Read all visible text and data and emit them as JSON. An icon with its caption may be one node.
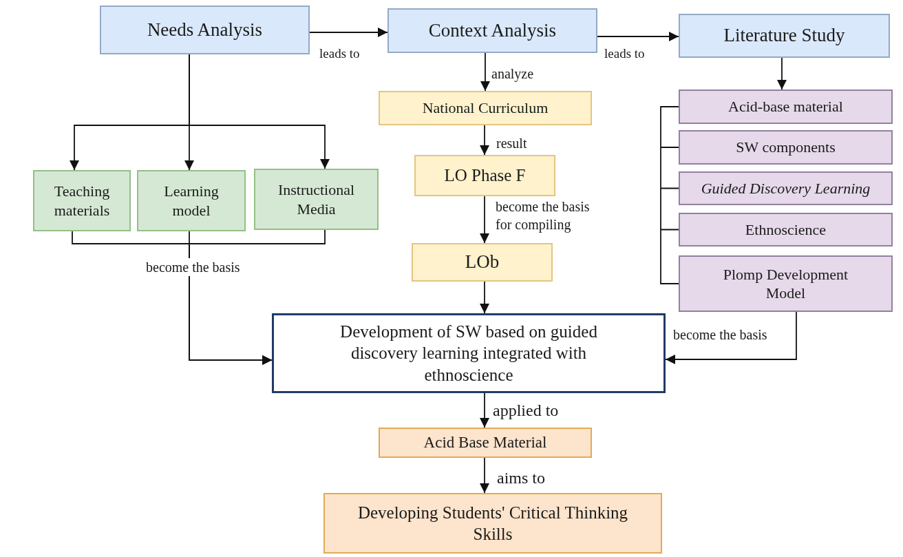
{
  "diagram": {
    "nodes": [
      {
        "text": [
          "Needs Analysis"
        ]
      },
      {
        "text": [
          "Context Analysis"
        ]
      },
      {
        "text": [
          "Literature Study"
        ]
      },
      {
        "text": [
          "National Curriculum"
        ]
      },
      {
        "text": [
          "LO Phase F"
        ]
      },
      {
        "text": [
          "LOb"
        ]
      },
      {
        "text": [
          "Teaching materials"
        ]
      },
      {
        "text": [
          "Learning model"
        ]
      },
      {
        "text": [
          "Instructional Media"
        ]
      },
      {
        "text": [
          "Acid-base material"
        ]
      },
      {
        "text": [
          "SW components"
        ]
      },
      {
        "text": [
          "Guided Discovery Learning"
        ]
      },
      {
        "text": [
          "Ethnoscience"
        ]
      },
      {
        "text": [
          "Plomp Development Model"
        ]
      },
      {
        "text": [
          "Development of SW based on guided discovery learning integrated with ethnoscience"
        ]
      },
      {
        "text": [
          "Acid Base Material"
        ]
      },
      {
        "text": [
          "Developing Students' Critical Thinking Skills"
        ]
      }
    ],
    "edges": [
      {
        "from": 0,
        "to": 1,
        "arrow": "to",
        "label": "leads to"
      },
      {
        "from": 1,
        "to": 2,
        "arrow": "to",
        "label": "leads to"
      },
      {
        "from": 1,
        "to": 3,
        "arrow": "to",
        "label": "analyze"
      },
      {
        "from": 3,
        "to": 4,
        "arrow": "to",
        "label": "result"
      },
      {
        "from": 4,
        "to": 5,
        "arrow": "to",
        "label": "become the basis for compiling"
      },
      {
        "from": 5,
        "to": 14,
        "arrow": "to"
      },
      {
        "from": 2,
        "to": 9,
        "arrow": "to"
      },
      {
        "from": 0,
        "to": 6,
        "arrow": "to"
      },
      {
        "from": 0,
        "to": 7,
        "arrow": "to"
      },
      {
        "from": 0,
        "to": 8,
        "arrow": "to"
      },
      {
        "from": 6,
        "to": 14,
        "arrow": "to"
      },
      {
        "from": 7,
        "to": 14,
        "arrow": "to",
        "label": "become the basis"
      },
      {
        "from": 8,
        "to": 14,
        "arrow": "to"
      },
      {
        "from": 13,
        "to": 14,
        "arrow": "to",
        "label": "become the basis"
      },
      {
        "from": 14,
        "to": 15,
        "arrow": "to",
        "label": "applied to"
      },
      {
        "from": 15,
        "to": 16,
        "arrow": "to",
        "label": "aims to"
      }
    ]
  }
}
